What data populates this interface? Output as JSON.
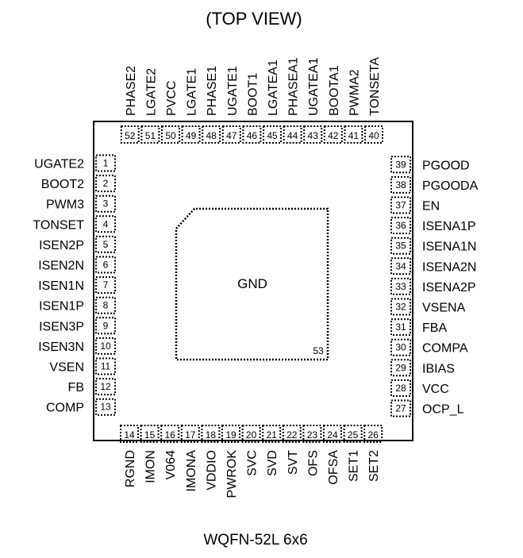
{
  "title": "(TOP VIEW)",
  "package": "WQFN-52L 6x6",
  "exposed_pad": {
    "label": "GND",
    "number": "53"
  },
  "pins": {
    "left": [
      {
        "num": "1",
        "name": "UGATE2"
      },
      {
        "num": "2",
        "name": "BOOT2"
      },
      {
        "num": "3",
        "name": "PWM3"
      },
      {
        "num": "4",
        "name": "TONSET"
      },
      {
        "num": "5",
        "name": "ISEN2P"
      },
      {
        "num": "6",
        "name": "ISEN2N"
      },
      {
        "num": "7",
        "name": "ISEN1N"
      },
      {
        "num": "8",
        "name": "ISEN1P"
      },
      {
        "num": "9",
        "name": "ISEN3P"
      },
      {
        "num": "10",
        "name": "ISEN3N"
      },
      {
        "num": "11",
        "name": "VSEN"
      },
      {
        "num": "12",
        "name": "FB"
      },
      {
        "num": "13",
        "name": "COMP"
      }
    ],
    "bottom": [
      {
        "num": "14",
        "name": "RGND"
      },
      {
        "num": "15",
        "name": "IMON"
      },
      {
        "num": "16",
        "name": "V064"
      },
      {
        "num": "17",
        "name": "IMONA"
      },
      {
        "num": "18",
        "name": "VDDIO"
      },
      {
        "num": "19",
        "name": "PWROK"
      },
      {
        "num": "20",
        "name": "SVC"
      },
      {
        "num": "21",
        "name": "SVD"
      },
      {
        "num": "22",
        "name": "SVT"
      },
      {
        "num": "23",
        "name": "OFS"
      },
      {
        "num": "24",
        "name": "OFSA"
      },
      {
        "num": "25",
        "name": "SET1"
      },
      {
        "num": "26",
        "name": "SET2"
      }
    ],
    "right": [
      {
        "num": "27",
        "name": "OCP_L"
      },
      {
        "num": "28",
        "name": "VCC"
      },
      {
        "num": "29",
        "name": "IBIAS"
      },
      {
        "num": "30",
        "name": "COMPA"
      },
      {
        "num": "31",
        "name": "FBA"
      },
      {
        "num": "32",
        "name": "VSENA"
      },
      {
        "num": "33",
        "name": "ISENA2P"
      },
      {
        "num": "34",
        "name": "ISENA2N"
      },
      {
        "num": "35",
        "name": "ISENA1N"
      },
      {
        "num": "36",
        "name": "ISENA1P"
      },
      {
        "num": "37",
        "name": "EN"
      },
      {
        "num": "38",
        "name": "PGOODA"
      },
      {
        "num": "39",
        "name": "PGOOD"
      }
    ],
    "top": [
      {
        "num": "40",
        "name": "TONSETA"
      },
      {
        "num": "41",
        "name": "PWMA2"
      },
      {
        "num": "42",
        "name": "BOOTA1"
      },
      {
        "num": "43",
        "name": "UGATEA1"
      },
      {
        "num": "44",
        "name": "PHASEA1"
      },
      {
        "num": "45",
        "name": "LGATEA1"
      },
      {
        "num": "46",
        "name": "BOOT1"
      },
      {
        "num": "47",
        "name": "UGATE1"
      },
      {
        "num": "48",
        "name": "PHASE1"
      },
      {
        "num": "49",
        "name": "LGATE1"
      },
      {
        "num": "50",
        "name": "PVCC"
      },
      {
        "num": "51",
        "name": "LGATE2"
      },
      {
        "num": "52",
        "name": "PHASE2"
      }
    ]
  }
}
